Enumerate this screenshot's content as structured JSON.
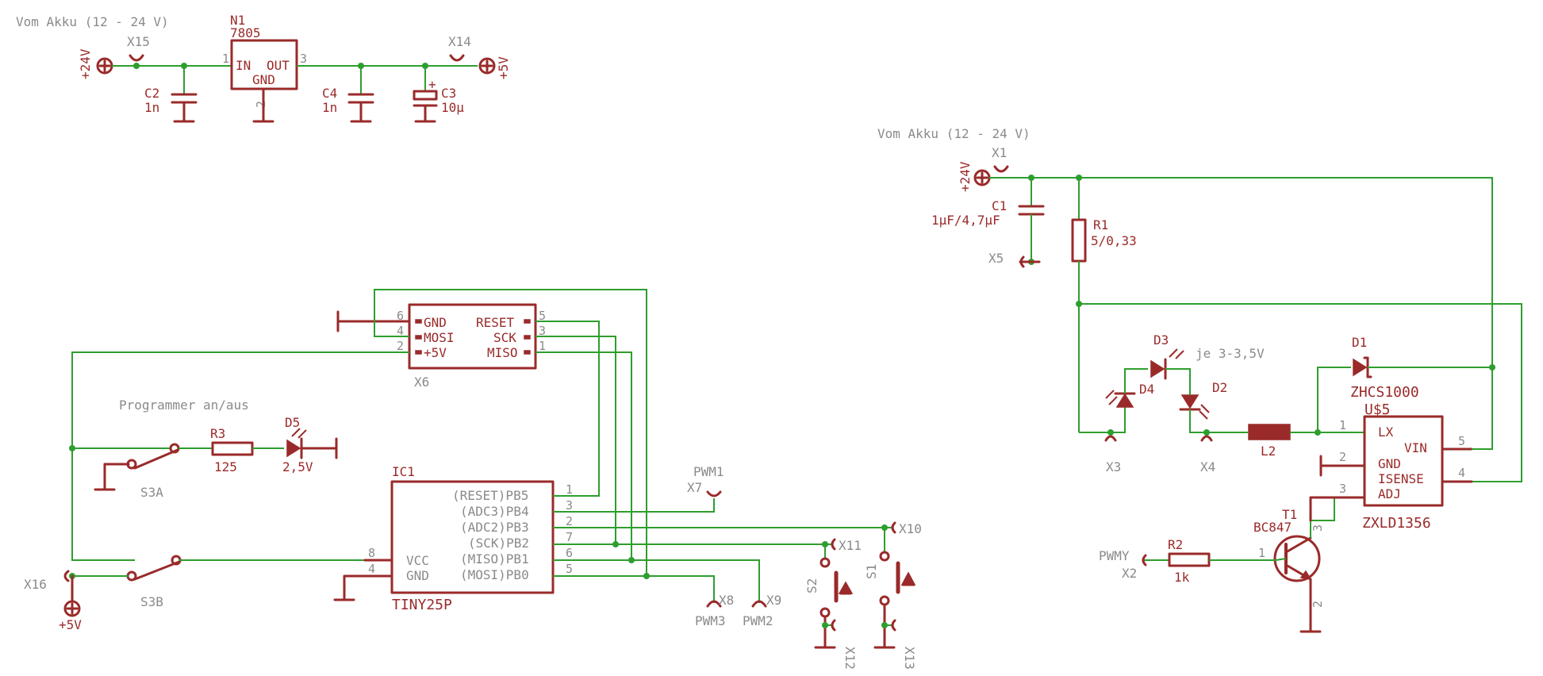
{
  "notes": {
    "top_left": "Vom Akku (12 - 24 V)",
    "right": "Vom Akku (12 - 24 V)",
    "programmer": "Programmer an/aus",
    "leds": "je 3-3,5V"
  },
  "supplies": {
    "p24_a": "+24V",
    "p5_top": "+5V",
    "p24_b": "+24V",
    "p5_bottom": "+5V"
  },
  "connectors": {
    "x1": "X1",
    "x2": "X2",
    "x3": "X3",
    "x4": "X4",
    "x5": "X5",
    "x6": "X6",
    "x7": "X7",
    "x8": "X8",
    "x9": "X9",
    "x10": "X10",
    "x11": "X11",
    "x12": "X12",
    "x13": "X13",
    "x14": "X14",
    "x15": "X15",
    "x16": "X16"
  },
  "signals": {
    "pwm1": "PWM1",
    "pwm2": "PWM2",
    "pwm3": "PWM3",
    "pwmy": "PWMY"
  },
  "regulator": {
    "name": "N1",
    "value": "7805",
    "pin_in": "IN",
    "pin_out": "OUT",
    "pin_gnd": "GND",
    "num_in": "1",
    "num_out": "3",
    "num_gnd": "2"
  },
  "capacitors": {
    "c1": "C1",
    "c1_val": "1µF/4,7µF",
    "c2": "C2",
    "c2_val": "1n",
    "c3": "C3",
    "c3_val": "10µ",
    "c4": "C4",
    "c4_val": "1n"
  },
  "resistors": {
    "r1": "R1",
    "r1_val": "5/0,33",
    "r2": "R2",
    "r2_val": "1k",
    "r3": "R3",
    "r3_val": "125"
  },
  "diodes": {
    "d1": "D1",
    "d1_val": "ZHCS1000",
    "d2": "D2",
    "d3": "D3",
    "d4": "D4",
    "d5": "D5",
    "d5_val": "2,5V"
  },
  "inductor": {
    "name": "L2"
  },
  "switches": {
    "s1": "S1",
    "s2": "S2",
    "s3a": "S3A",
    "s3b": "S3B"
  },
  "isp_header": {
    "pins_left": [
      "GND",
      "MOSI",
      "+5V"
    ],
    "nums_left": [
      "6",
      "4",
      "2"
    ],
    "pins_right": [
      "RESET",
      "SCK",
      "MISO"
    ],
    "nums_right": [
      "5",
      "3",
      "1"
    ]
  },
  "mcu": {
    "name": "IC1",
    "value": "TINY25P",
    "right_pins": [
      "(RESET)PB5",
      "(ADC3)PB4",
      "(ADC2)PB3",
      "(SCK)PB2",
      "(MISO)PB1",
      "(MOSI)PB0"
    ],
    "right_nums": [
      "1",
      "3",
      "2",
      "7",
      "6",
      "5"
    ],
    "left_pins": [
      "VCC",
      "GND"
    ],
    "left_nums": [
      "8",
      "4"
    ]
  },
  "driver": {
    "name": "U$5",
    "value": "ZXLD1356",
    "left_pins": [
      "LX",
      "GND",
      "ISENSE",
      "ADJ"
    ],
    "left_nums": [
      "1",
      "2",
      "",
      "3"
    ],
    "pin_vin": "VIN",
    "right_nums": [
      "5",
      "4"
    ]
  },
  "transistor": {
    "name": "T1",
    "value": "BC847",
    "pin_b": "1",
    "pin_c": "3",
    "pin_e": "2"
  }
}
